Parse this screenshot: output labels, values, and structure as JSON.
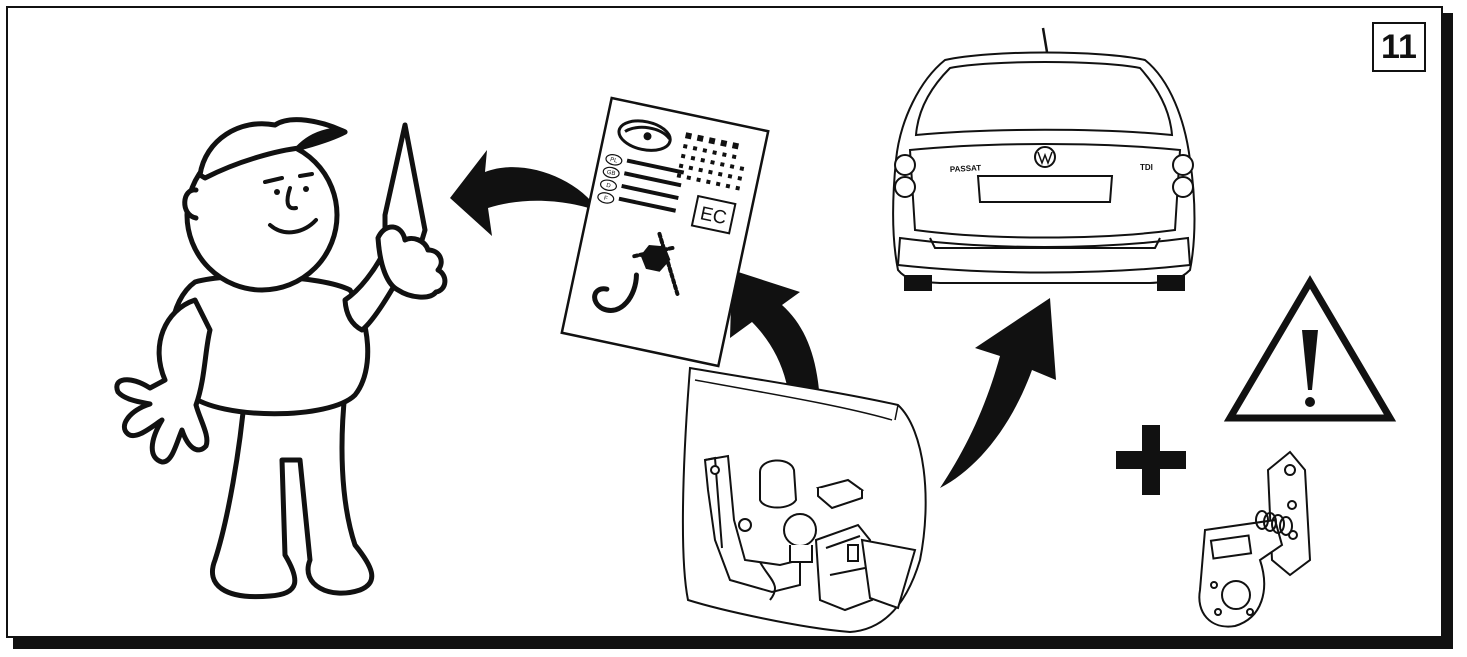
{
  "step_number": "11",
  "car": {
    "badge_left": "PASSAT",
    "badge_right": "TDI"
  },
  "certificate": {
    "mark": "EC",
    "country_codes": [
      "PL",
      "GB",
      "D",
      "F"
    ]
  },
  "icons": [
    "mechanic-figure",
    "document-icon",
    "certificate-icon",
    "towbar-kit-bag-icon",
    "car-rear-icon",
    "warning-triangle-icon",
    "plus-icon",
    "mounting-bracket-icon",
    "curved-arrow-icon"
  ]
}
